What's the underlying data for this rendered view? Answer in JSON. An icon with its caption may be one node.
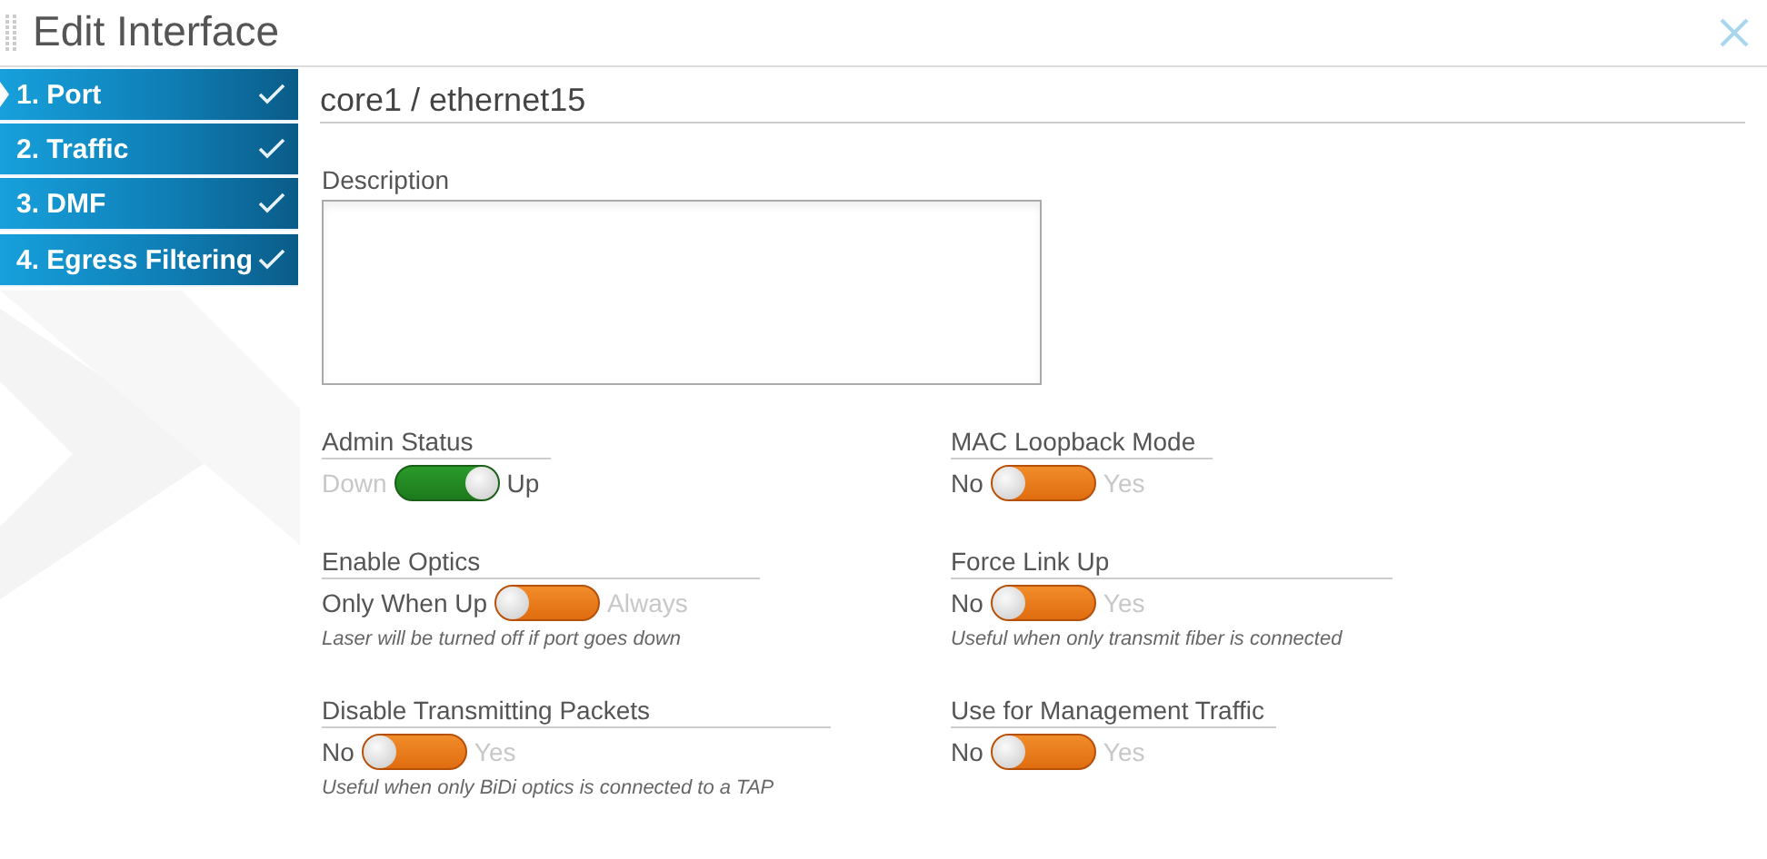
{
  "diagram": {
    "title": "Edit Interface",
    "nodes": [
      {
        "text": [
          "1. Port"
        ]
      },
      {
        "text": [
          "2. Traffic"
        ]
      },
      {
        "text": [
          "3. DMF"
        ]
      },
      {
        "text": [
          "4. Egress Filtering"
        ]
      }
    ],
    "labels": [
      "core1 / ethernet15",
      "Description",
      "Admin Status",
      "Down",
      "Up",
      "MAC Loopback Mode",
      "No",
      "Yes",
      "Enable Optics",
      "Only When Up",
      "Always",
      "Laser will be turned off if port goes down",
      "Force Link Up",
      "No",
      "Yes",
      "Useful when only transmit fiber is connected",
      "Disable Transmitting Packets",
      "No",
      "Yes",
      "Useful when only BiDi optics is connected to a TAP",
      "Use for Management Traffic",
      "No",
      "Yes"
    ]
  }
}
